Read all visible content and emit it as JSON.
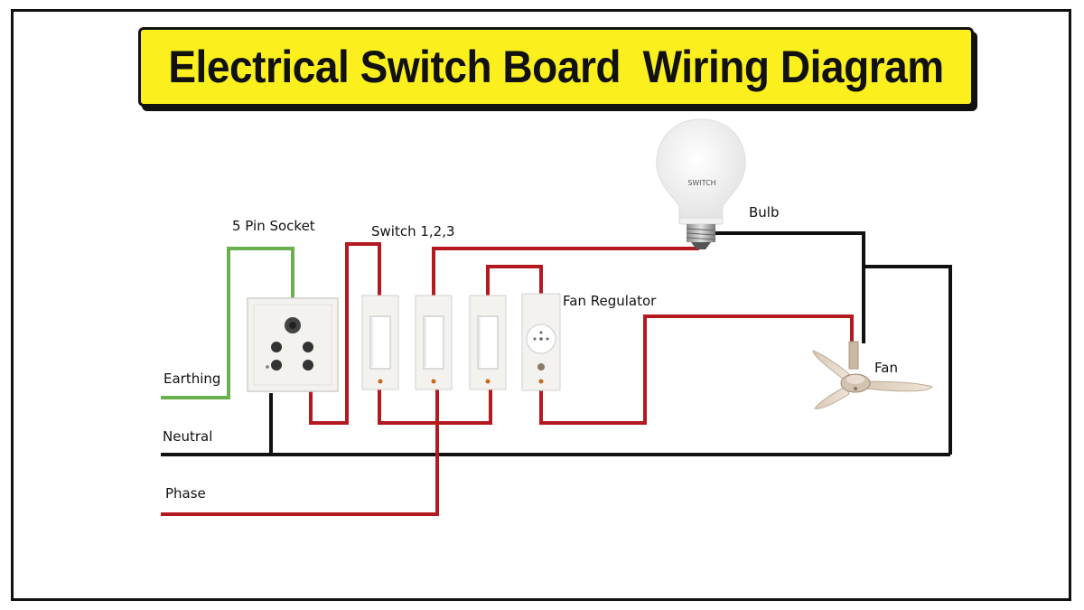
{
  "title": "Electrical Switch Board  Wiring Diagram",
  "labels": {
    "socket": "5 Pin Socket",
    "switches": "Switch 1,2,3",
    "bulb": "Bulb",
    "fan_regulator": "Fan Regulator",
    "fan": "Fan",
    "earthing": "Earthing",
    "neutral": "Neutral",
    "phase": "Phase"
  },
  "bulb_brand": "SWITCH",
  "colors": {
    "phase_wire": "#b3191e",
    "neutral_wire": "#111111",
    "earth_wire": "#6ab04c",
    "title_bg": "#fbf01e"
  }
}
